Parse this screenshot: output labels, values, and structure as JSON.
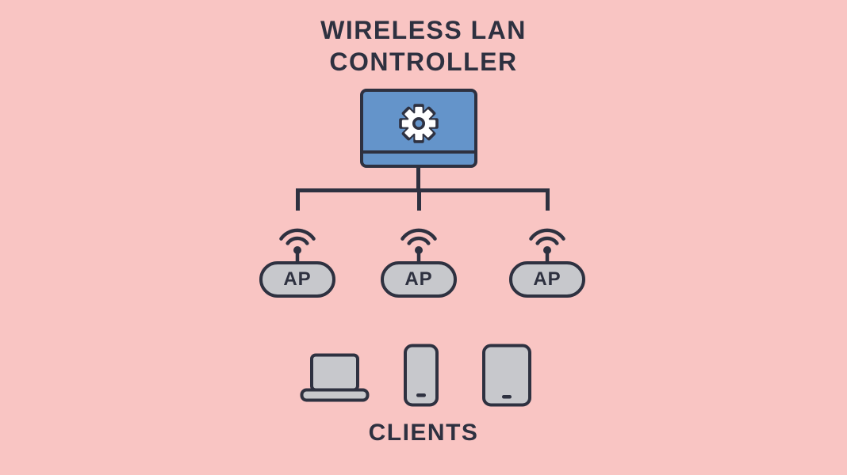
{
  "title": {
    "line1": "WIRELESS LAN",
    "line2": "CONTROLLER"
  },
  "controller": {
    "icon": "gear-icon"
  },
  "access_points": [
    {
      "label": "AP",
      "icon": "wifi-signal-icon"
    },
    {
      "label": "AP",
      "icon": "wifi-signal-icon"
    },
    {
      "label": "AP",
      "icon": "wifi-signal-icon"
    }
  ],
  "clients": {
    "label": "CLIENTS",
    "devices": [
      {
        "type": "laptop",
        "icon": "laptop-icon"
      },
      {
        "type": "smartphone",
        "icon": "smartphone-icon"
      },
      {
        "type": "tablet",
        "icon": "tablet-icon"
      }
    ]
  },
  "colors": {
    "background": "#f9c5c3",
    "outline": "#2e3140",
    "controller_fill": "#6494ca",
    "device_fill": "#c7c8cc",
    "gear_fill": "#ffffff"
  }
}
